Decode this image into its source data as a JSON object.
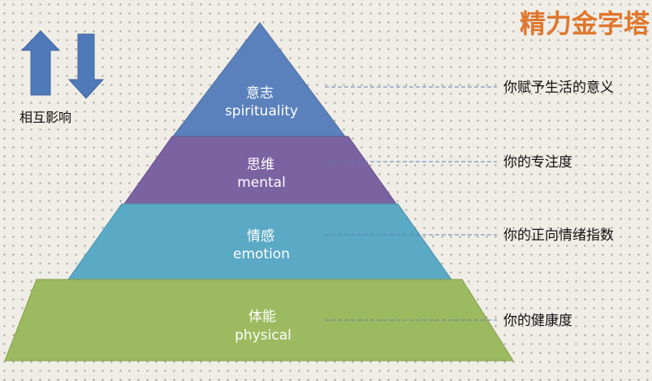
{
  "title": "精力金字塔",
  "side_label": "相互影响",
  "layers": [
    {
      "cn": "意志",
      "en": "spirituality",
      "description": "你赋予生活的意义",
      "color": "#5b81bd"
    },
    {
      "cn": "思维",
      "en": "mental",
      "description": "你的专注度",
      "color": "#7b62a1"
    },
    {
      "cn": "情感",
      "en": "emotion",
      "description": "你的正向情绪指数",
      "color": "#5aa9c5"
    },
    {
      "cn": "体能",
      "en": "physical",
      "description": "你的健康度",
      "color": "#9cba5f"
    }
  ],
  "colors": {
    "title": "#e0762c",
    "arrow": "#4f7ab9",
    "leader_line": "#5b7fb5"
  },
  "icons": [
    "up-arrow-icon",
    "down-arrow-icon"
  ]
}
